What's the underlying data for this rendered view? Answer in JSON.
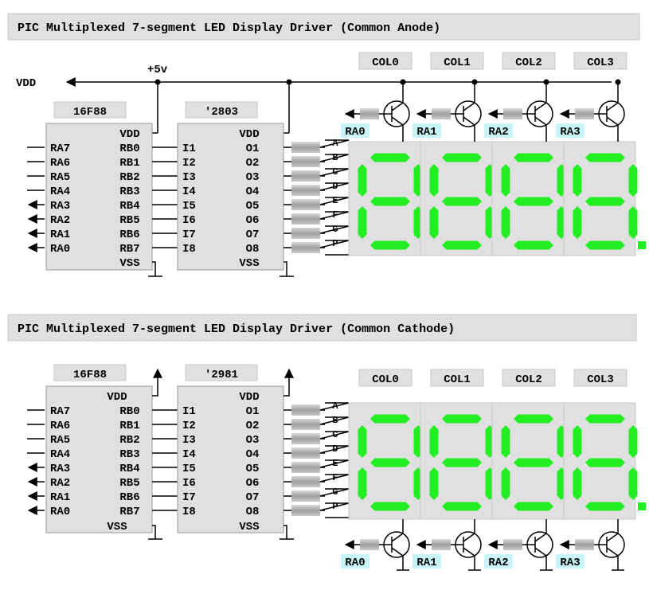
{
  "sections": [
    {
      "title": "PIC Multiplexed 7-segment LED Display Driver (Common Anode)",
      "mcu": "16F88",
      "driver": "'2803",
      "rail_label": "VDD",
      "supply_label": "+5v"
    },
    {
      "title": "PIC Multiplexed 7-segment LED Display Driver (Common Cathode)",
      "mcu": "16F88",
      "driver": "'2981"
    }
  ],
  "mcu_pins": {
    "power": "VDD",
    "ground": "VSS",
    "left": [
      "RA7",
      "RA6",
      "RA5",
      "RA4",
      "RA3",
      "RA2",
      "RA1",
      "RA0"
    ],
    "right": [
      "RB0",
      "RB1",
      "RB2",
      "RB3",
      "RB4",
      "RB5",
      "RB6",
      "RB7"
    ]
  },
  "driver_pins": {
    "power": "VDD",
    "ground": "VSS",
    "inputs": [
      "I1",
      "I2",
      "I3",
      "I4",
      "I5",
      "I6",
      "I7",
      "I8"
    ],
    "outputs": [
      "O1",
      "O2",
      "O3",
      "O4",
      "O5",
      "O6",
      "O7",
      "O8"
    ]
  },
  "segments": [
    "A",
    "B",
    "C",
    "D",
    "E",
    "F",
    "G",
    "P"
  ],
  "columns": [
    "COL0",
    "COL1",
    "COL2",
    "COL3"
  ],
  "column_drives": [
    "RA0",
    "RA1",
    "RA2",
    "RA3"
  ],
  "colors": {
    "box_fill": "#e0e0e0",
    "title_fill": "#e0e0e0",
    "segment_on": "#22ee22",
    "column_label_bg": "#c8f4f8",
    "resistor": "#a8a8a8"
  }
}
